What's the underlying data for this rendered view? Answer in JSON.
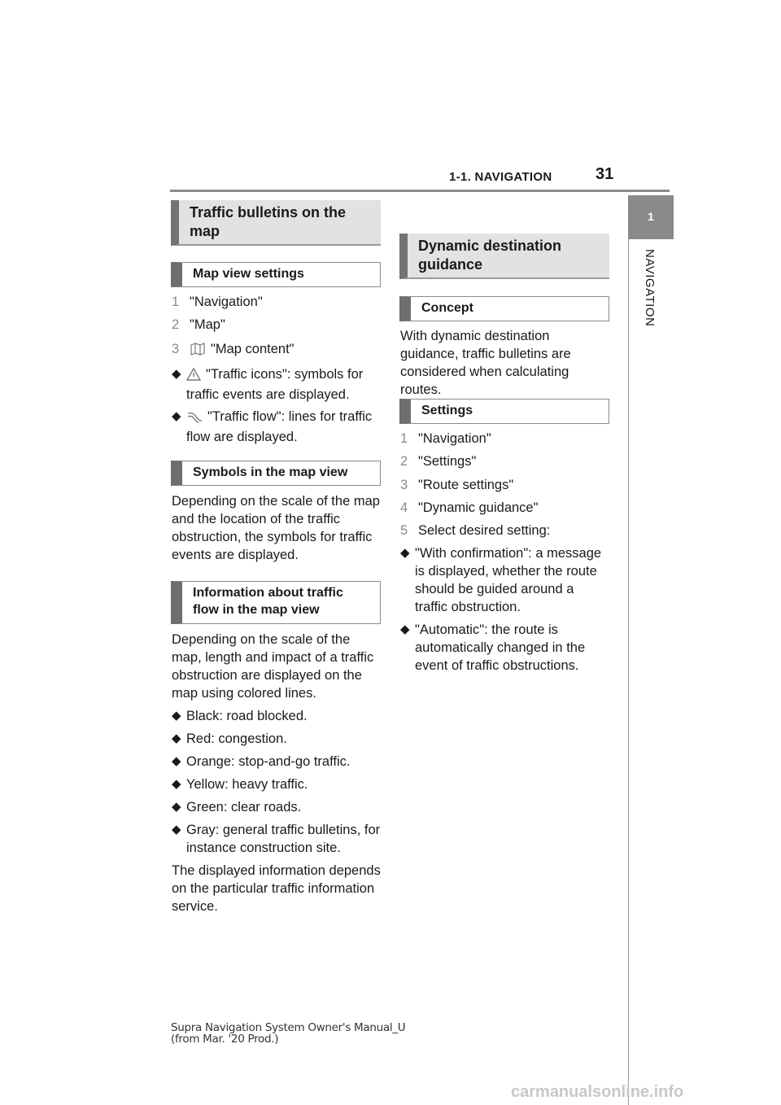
{
  "header": {
    "section": "1-1. NAVIGATION",
    "page_number": "31"
  },
  "chapter_tab": {
    "number": "1",
    "label": "NAVIGATION"
  },
  "left_column": {
    "main_heading": "Traffic bulletins on the map",
    "map_view_settings": {
      "heading": "Map view settings",
      "steps": [
        {
          "num": "1",
          "text": "\"Navigation\""
        },
        {
          "num": "2",
          "text": "\"Map\""
        },
        {
          "num": "3",
          "text": "\"Map content\"",
          "icon": "map-content-icon"
        }
      ],
      "bullets": [
        {
          "icon": "traffic-icons-icon",
          "text": "\"Traffic icons\": symbols for traffic events are displayed."
        },
        {
          "icon": "traffic-flow-icon",
          "text": "\"Traffic flow\": lines for traffic flow are displayed."
        }
      ]
    },
    "symbols": {
      "heading": "Symbols in the map view",
      "text": "Depending on the scale of the map and the location of the traffic obstruction, the symbols for traffic events are displayed."
    },
    "flow_info": {
      "heading": "Information about traffic flow in the map view",
      "text": "Depending on the scale of the map, length and impact of a traffic obstruction are displayed on the map using colored lines.",
      "bullets": [
        "Black: road blocked.",
        "Red: congestion.",
        "Orange: stop-and-go traffic.",
        "Yellow: heavy traffic.",
        "Green: clear roads.",
        "Gray: general traffic bulletins, for instance construction site."
      ],
      "closing_text": "The displayed information depends on the particular traffic information service."
    }
  },
  "right_column": {
    "main_heading": "Dynamic destination guidance",
    "concept": {
      "heading": "Concept",
      "text": "With dynamic destination guidance, traffic bulletins are considered when calculating routes."
    },
    "settings": {
      "heading": "Settings",
      "steps": [
        {
          "num": "1",
          "text": "\"Navigation\""
        },
        {
          "num": "2",
          "text": "\"Settings\""
        },
        {
          "num": "3",
          "text": "\"Route settings\""
        },
        {
          "num": "4",
          "text": "\"Dynamic guidance\""
        },
        {
          "num": "5",
          "text": "Select desired setting:"
        }
      ],
      "bullets": [
        "\"With confirmation\": a message is displayed, whether the route should be guided around a traffic obstruction.",
        "\"Automatic\": the route is automatically changed in the event of traffic obstructions."
      ]
    }
  },
  "footer": {
    "line1": "Supra Navigation System Owner's Manual_U",
    "line2": "(from Mar. '20 Prod.)"
  },
  "watermark": "carmanualsonline.info",
  "colors": {
    "heading_bg": "#e2e2e2",
    "heading_bar": "#737373",
    "tab_bg": "#8a8a8a",
    "step_number": "#8a8a8a"
  }
}
